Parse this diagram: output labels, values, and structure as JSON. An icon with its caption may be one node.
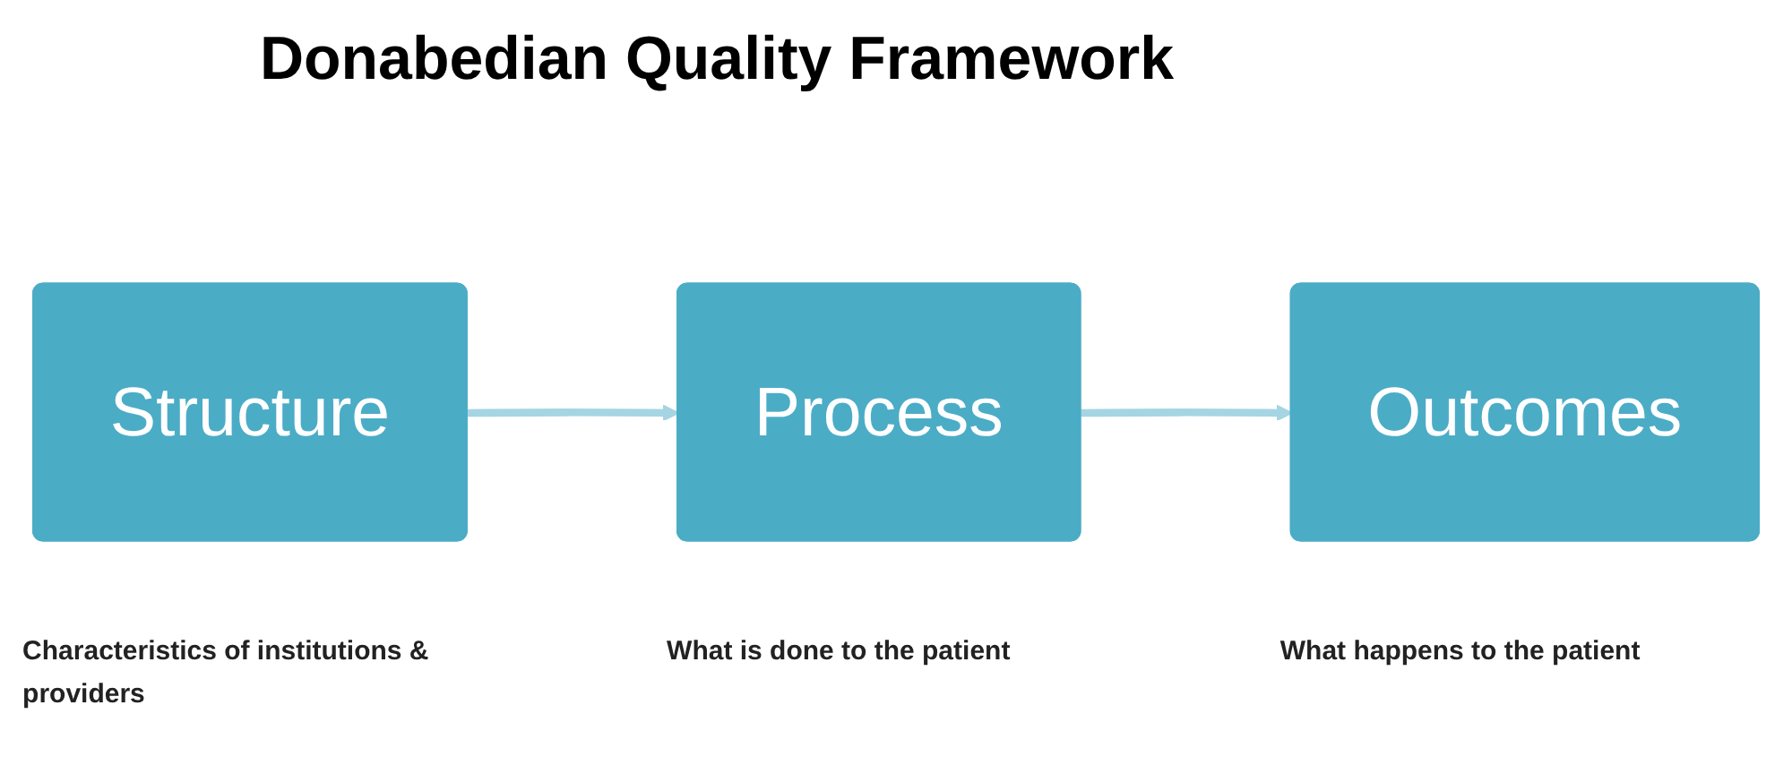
{
  "diagram": {
    "title": "Donabedian Quality Framework",
    "nodes": [
      {
        "text": [
          "Structure"
        ],
        "beside": [
          "Characteristics of institutions & providers"
        ]
      },
      {
        "text": [
          "Process"
        ],
        "beside": [
          "What is done to the patient"
        ]
      },
      {
        "text": [
          "Outcomes"
        ],
        "beside": [
          "What happens to the patient"
        ]
      }
    ],
    "edges": [
      {
        "from": 0,
        "to": 1,
        "arrow": "to"
      },
      {
        "from": 1,
        "to": 2,
        "arrow": "to"
      }
    ]
  }
}
